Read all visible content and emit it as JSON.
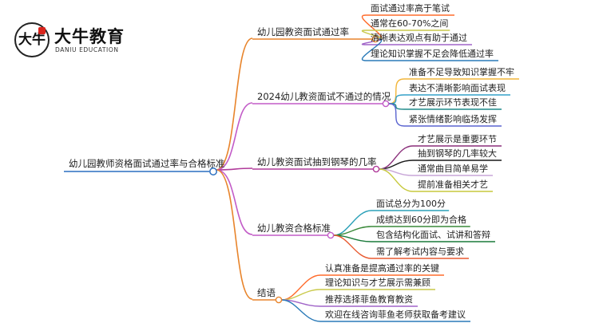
{
  "logo": {
    "mark": "大牛",
    "name": "大牛教育",
    "subtitle": "DANIU EDUCATION"
  },
  "mindmap": {
    "root": "幼儿园教师资格面试通过率与合格标准",
    "branches": [
      {
        "label": "幼儿园教资面试通过率",
        "color": "#e8842b",
        "leaves": [
          "面试通过率高于笔试",
          "通常在60-70%之间",
          "清晰表达观点有助于通过",
          "理论知识掌握不足会降低通过率"
        ]
      },
      {
        "label": "2024幼儿教资面试不通过的情况",
        "color": "#c25bc7",
        "leaves": [
          "准备不足导致知识掌握不牢",
          "表达不清晰影响面试表现",
          "才艺展示环节表现不佳",
          "紧张情绪影响临场发挥"
        ]
      },
      {
        "label": "幼儿教资面试抽到钢琴的几率",
        "color": "#b03a9a",
        "leaves": [
          "才艺展示是重要环节",
          "抽到钢琴的几率较大",
          "通常曲目简单易学",
          "提前准备相关才艺"
        ]
      },
      {
        "label": "幼儿教资合格标准",
        "color": "#c25bc7",
        "leaves": [
          "面试总分为100分",
          "成绩达到60分即为合格",
          "包含结构化面试、试讲和答辩",
          "需了解考试内容与要求"
        ]
      },
      {
        "label": "结语",
        "color": "#e8842b",
        "leaves": [
          "认真准备是提高通过率的关键",
          "理论知识与才艺展示需兼顾",
          "推荐选择菲鱼教育教资",
          "欢迎在线咨询菲鱼老师获取备考建议"
        ]
      }
    ],
    "leaf_colors": [
      "#ff6b2b",
      "#c9c94a",
      "#a064c8",
      "#2a7ab8",
      "#f2b63a",
      "#33a0c8",
      "#1f8a8a",
      "#5a64d0",
      "#8a2e7a",
      "#1a1a1a",
      "#c8a6d8",
      "#c7c93d",
      "#2aa0b8",
      "#3a8a3a",
      "#1a7a3a",
      "#e85a30"
    ]
  }
}
